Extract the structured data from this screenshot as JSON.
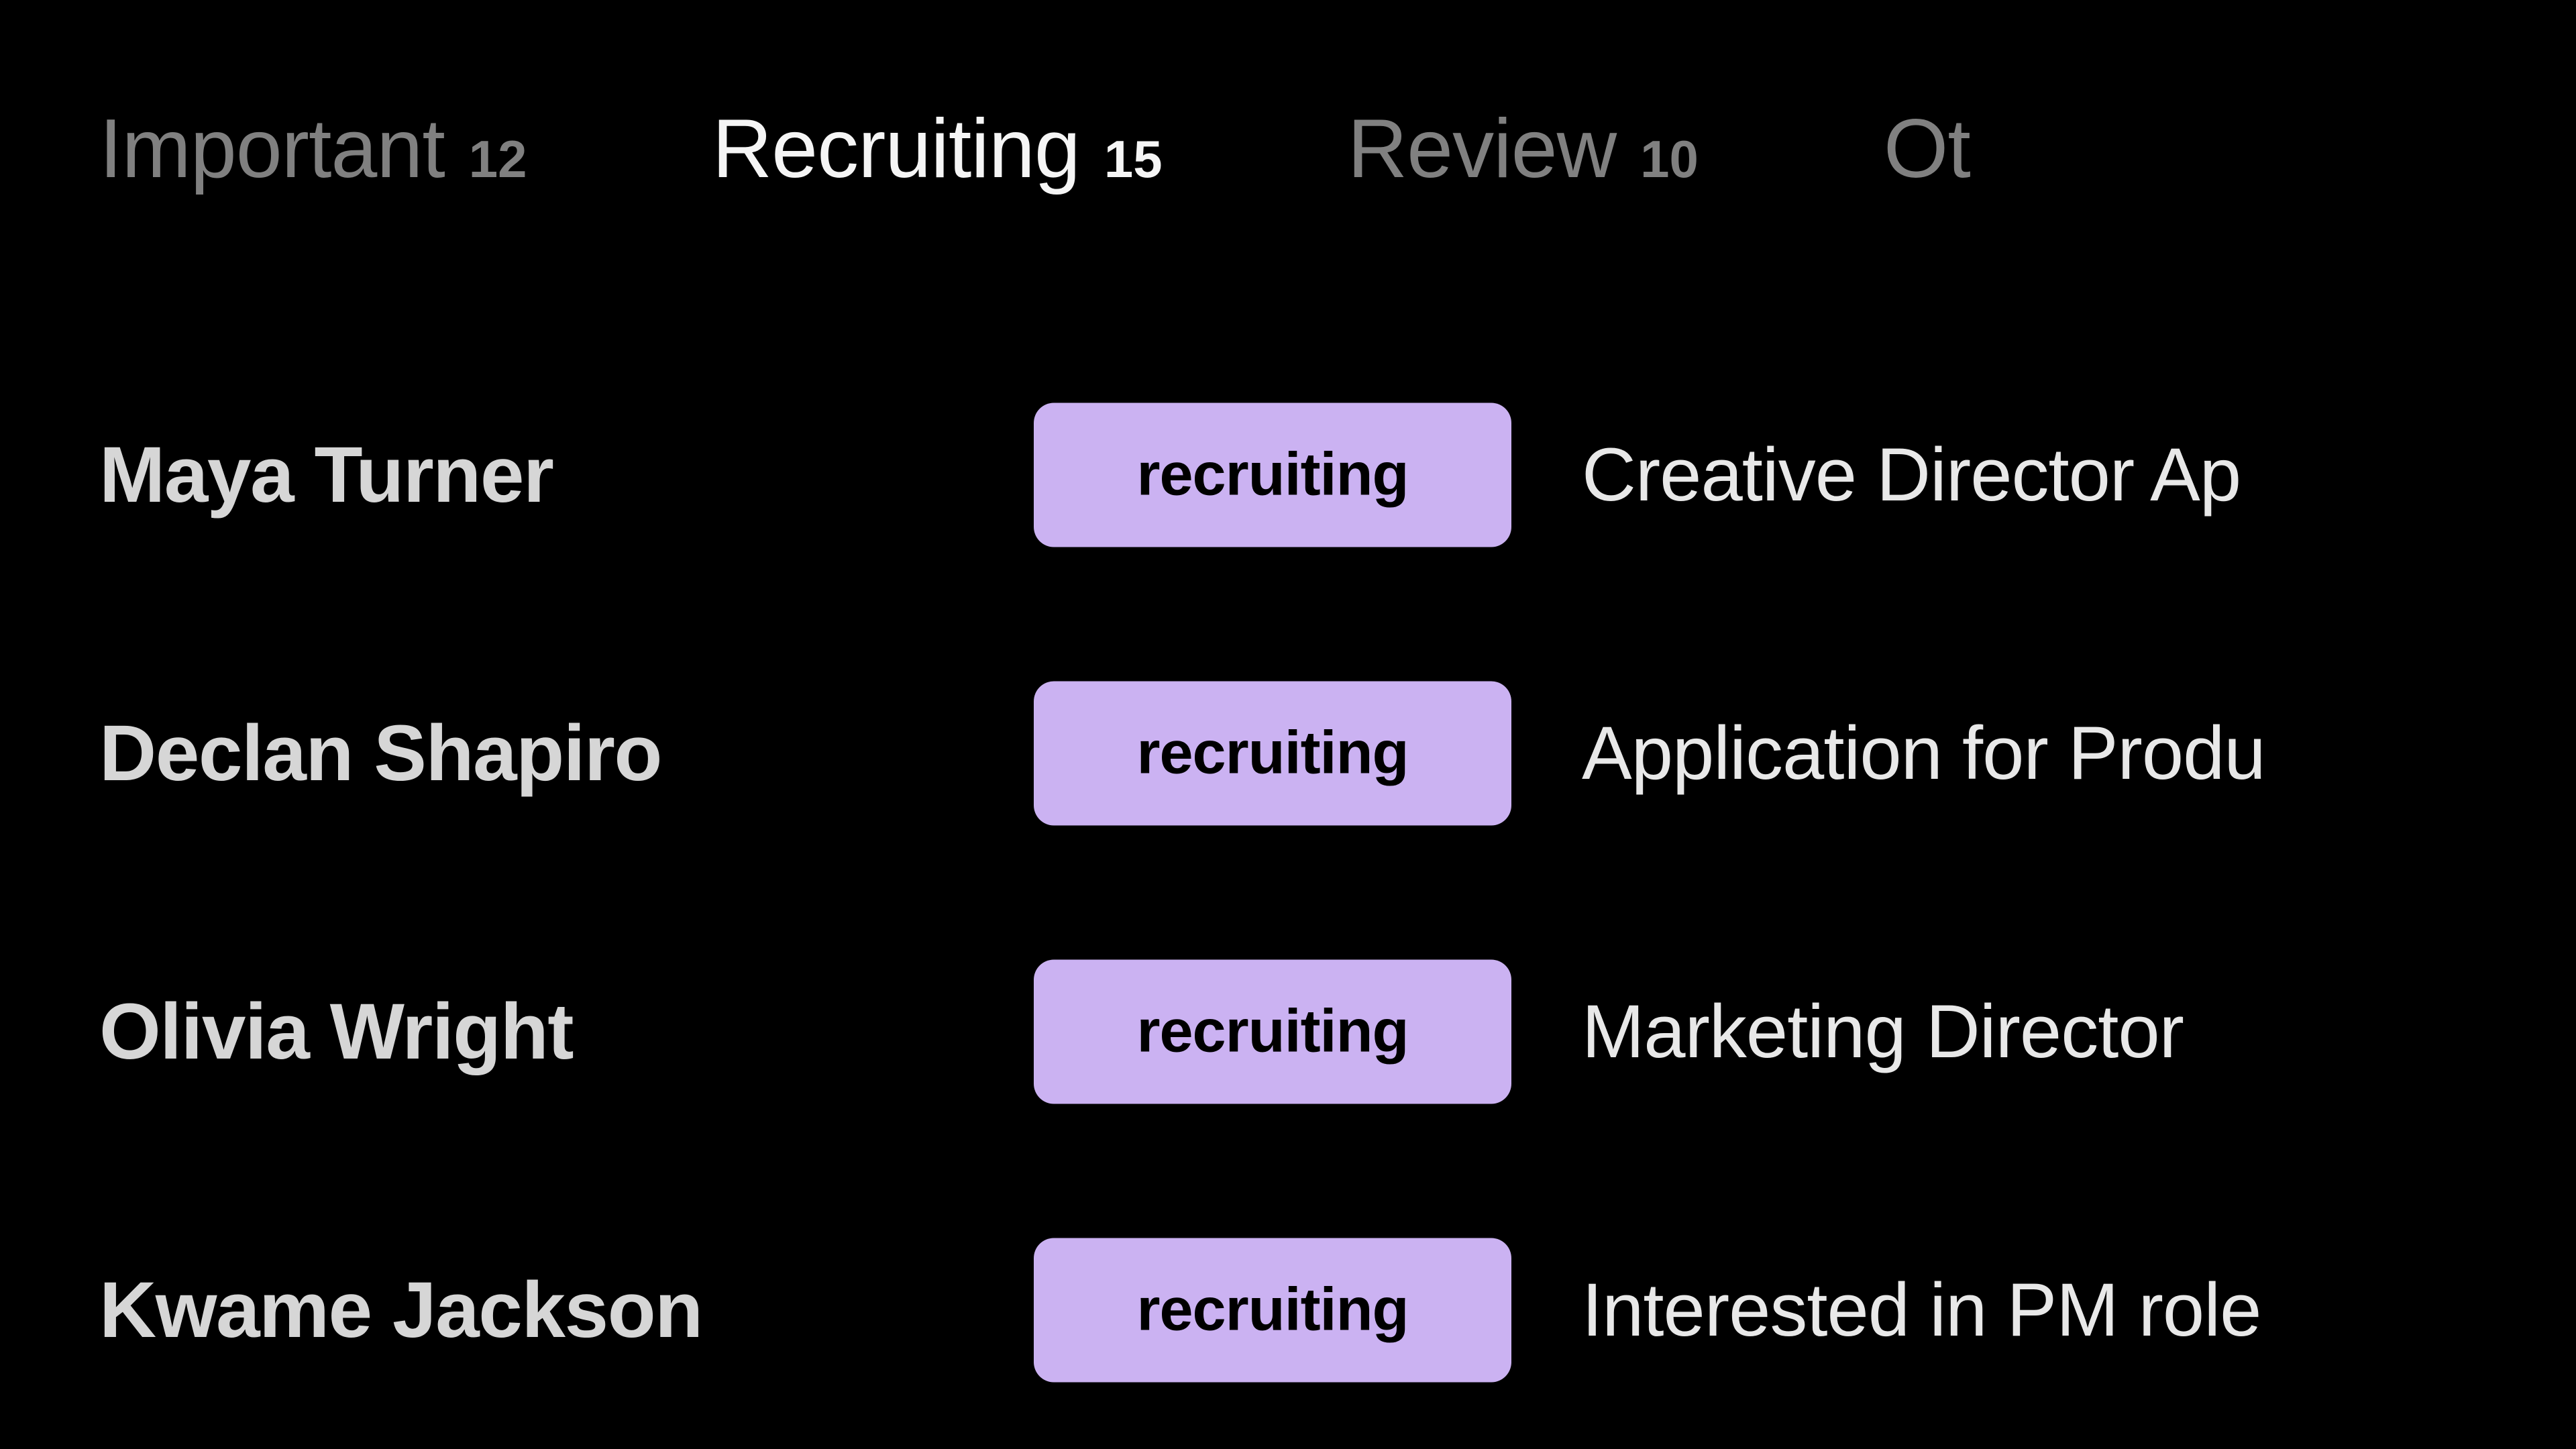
{
  "theme": {
    "background": "#000000",
    "tab_active_color": "#F5F5F5",
    "tab_inactive_color": "#808080",
    "name_color": "#D6D6D6",
    "subject_color": "#E8E8E8",
    "badge_background": "#CBB2F2",
    "badge_text_color": "#000000"
  },
  "tabs": [
    {
      "label": "Important",
      "count": "12",
      "active": false
    },
    {
      "label": "Recruiting",
      "count": "15",
      "active": true
    },
    {
      "label": "Review",
      "count": "10",
      "active": false
    },
    {
      "label": "Ot",
      "count": "",
      "active": false
    }
  ],
  "rows": [
    {
      "name": "Maya Turner",
      "badge": "recruiting",
      "subject": "Creative Director Ap"
    },
    {
      "name": "Declan Shapiro",
      "badge": "recruiting",
      "subject": "Application for Produ"
    },
    {
      "name": "Olivia Wright",
      "badge": "recruiting",
      "subject": "Marketing Director"
    },
    {
      "name": "Kwame Jackson",
      "badge": "recruiting",
      "subject": "Interested in PM role"
    }
  ]
}
